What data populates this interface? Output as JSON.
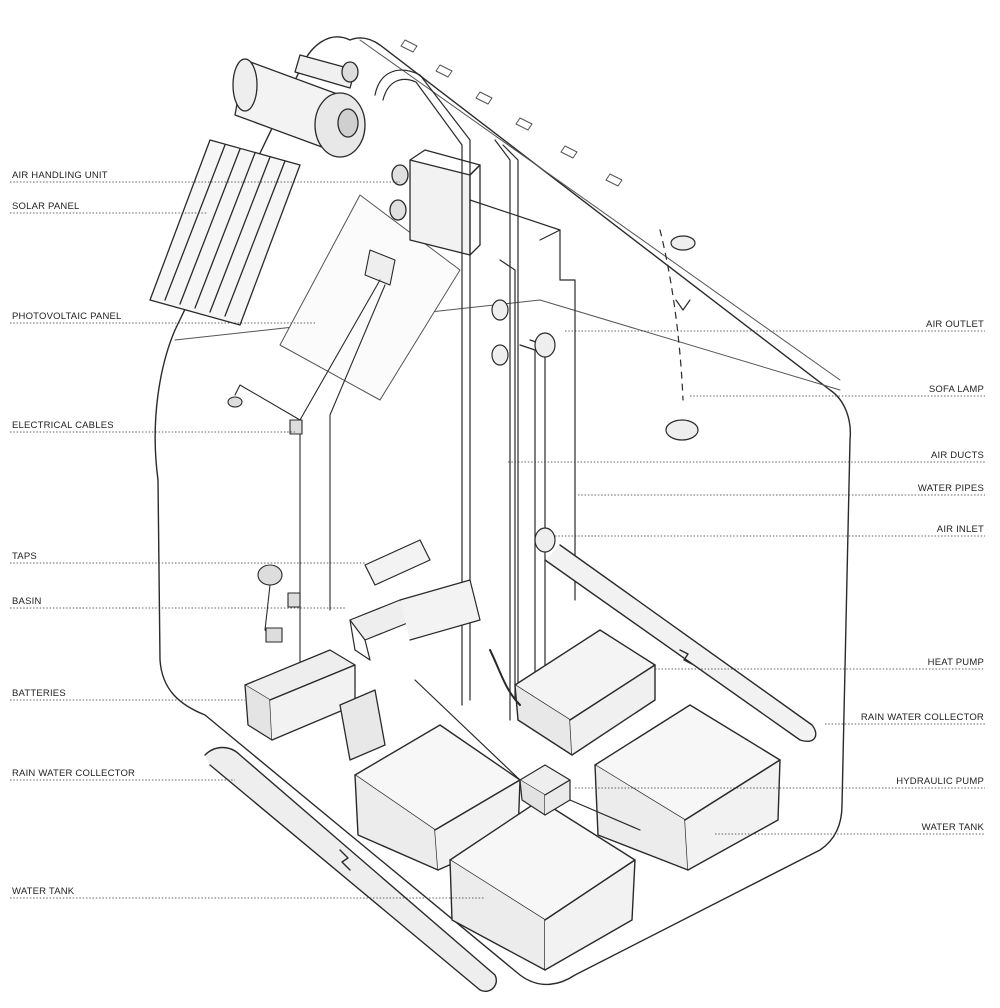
{
  "labels_left": [
    {
      "id": "air-handling-unit",
      "text": "AIR HANDLING UNIT"
    },
    {
      "id": "solar-panel",
      "text": "SOLAR PANEL"
    },
    {
      "id": "photovoltaic-panel",
      "text": "PHOTOVOLTAIC PANEL"
    },
    {
      "id": "electrical-cables",
      "text": "ELECTRICAL CABLES"
    },
    {
      "id": "taps",
      "text": "TAPS"
    },
    {
      "id": "basin",
      "text": "BASIN"
    },
    {
      "id": "batteries",
      "text": "BATTERIES"
    },
    {
      "id": "rain-water-collector-left",
      "text": "RAIN WATER COLLECTOR"
    },
    {
      "id": "water-tank-left",
      "text": "WATER TANK"
    }
  ],
  "labels_right": [
    {
      "id": "air-outlet",
      "text": "AIR OUTLET"
    },
    {
      "id": "sofa-lamp",
      "text": "SOFA LAMP"
    },
    {
      "id": "air-ducts",
      "text": "AIR DUCTS"
    },
    {
      "id": "water-pipes",
      "text": "WATER PIPES"
    },
    {
      "id": "air-inlet",
      "text": "AIR INLET"
    },
    {
      "id": "heat-pump",
      "text": "HEAT PUMP"
    },
    {
      "id": "rain-water-collector-right",
      "text": "RAIN WATER COLLECTOR"
    },
    {
      "id": "hydraulic-pump",
      "text": "HYDRAULIC  PUMP"
    },
    {
      "id": "water-tank-right",
      "text": "WATER TANK"
    }
  ]
}
